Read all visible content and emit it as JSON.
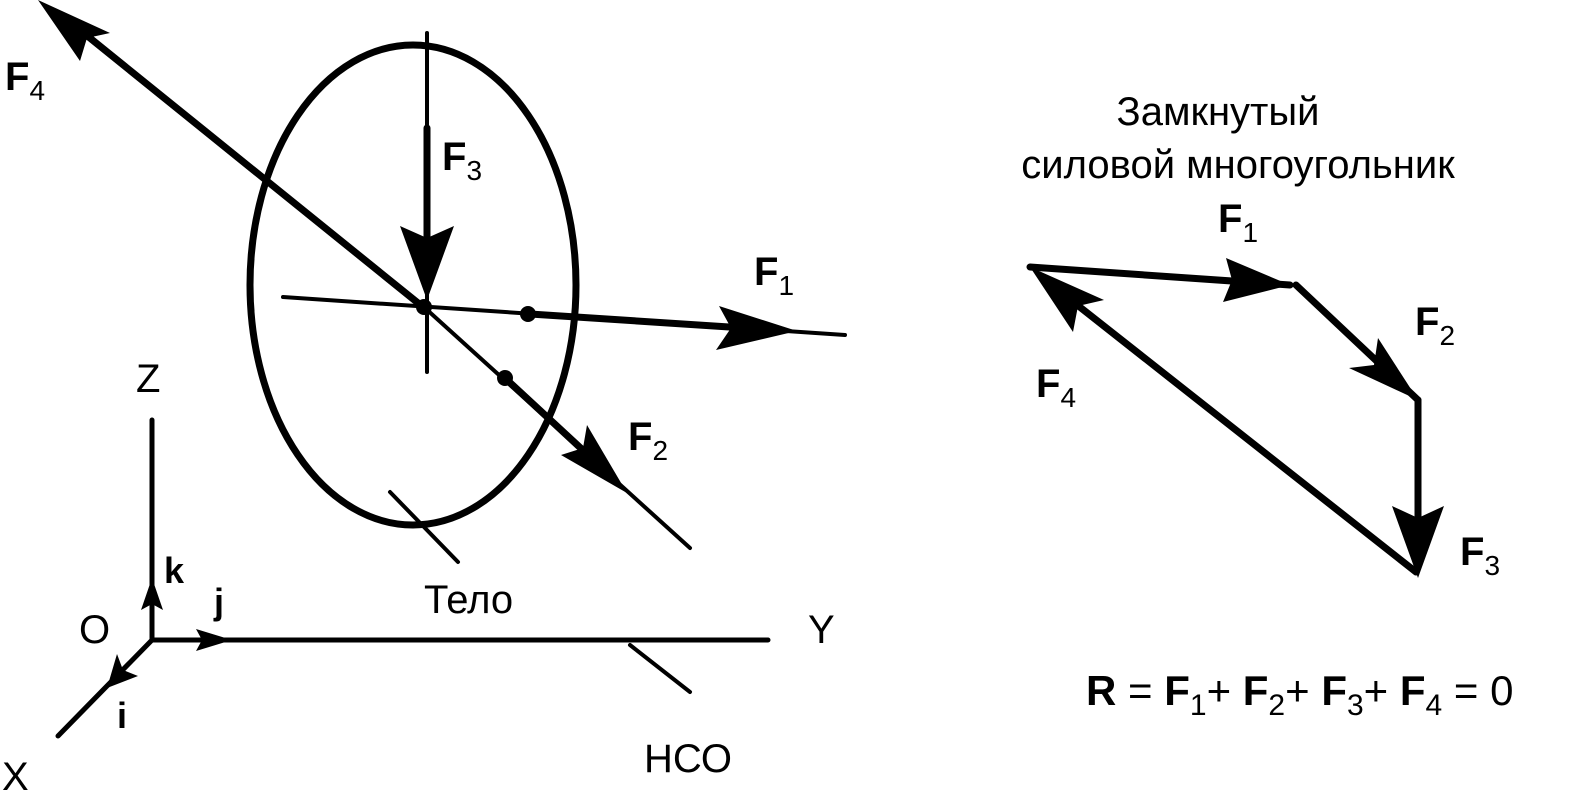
{
  "left": {
    "forces": {
      "f1": {
        "symbol": "F",
        "sub": "1"
      },
      "f2": {
        "symbol": "F",
        "sub": "2"
      },
      "f3": {
        "symbol": "F",
        "sub": "3"
      },
      "f4": {
        "symbol": "F",
        "sub": "4"
      }
    },
    "body_label": "Тело",
    "frame_label": "НСО",
    "axes": {
      "x": "X",
      "y": "Y",
      "z": "Z",
      "origin": "O"
    },
    "unit_vectors": {
      "i": "i",
      "j": "j",
      "k": "k"
    }
  },
  "right": {
    "title_line1": "Замкнутый",
    "title_line2": "силовой многоугольник",
    "forces": {
      "f1": {
        "symbol": "F",
        "sub": "1"
      },
      "f2": {
        "symbol": "F",
        "sub": "2"
      },
      "f3": {
        "symbol": "F",
        "sub": "3"
      },
      "f4": {
        "symbol": "F",
        "sub": "4"
      }
    },
    "equation": {
      "r": "R",
      "eq": " = ",
      "f": "F",
      "s1": "1",
      "s2": "2",
      "s3": "3",
      "s4": "4",
      "plus": "+ ",
      "zero": " = 0"
    }
  }
}
